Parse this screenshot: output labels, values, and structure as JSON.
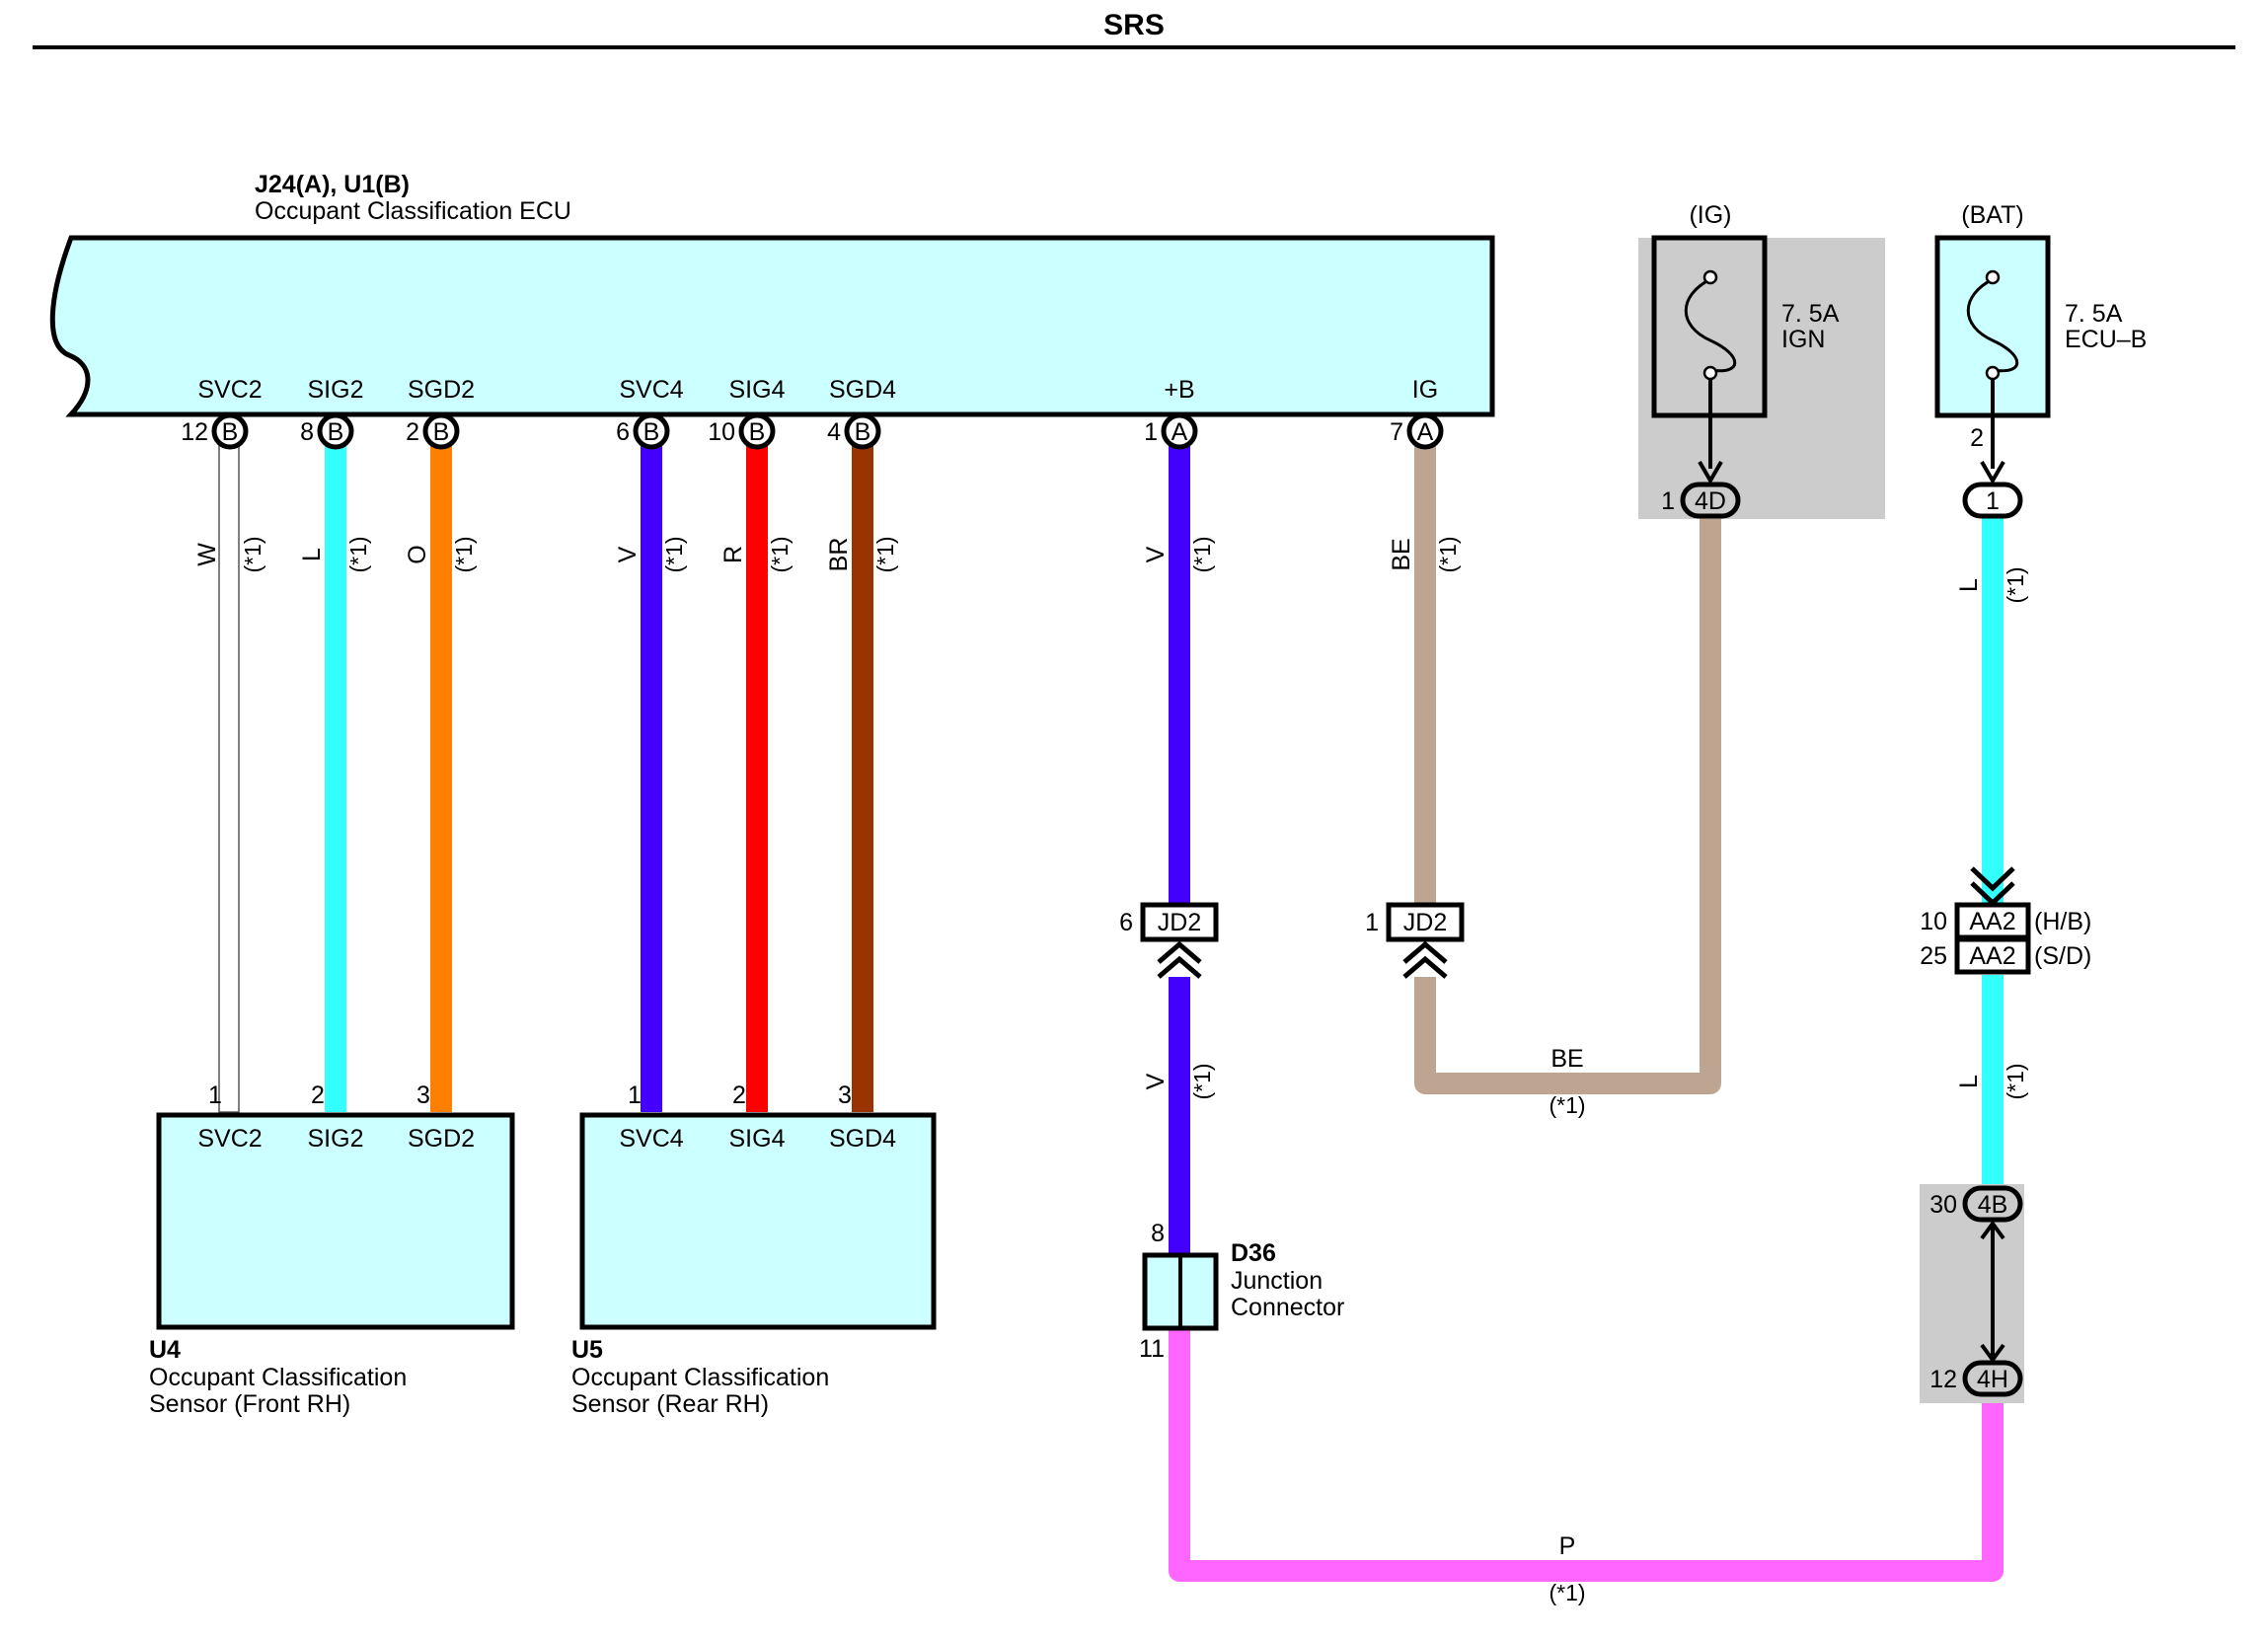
{
  "page": {
    "title": "SRS"
  },
  "ecu": {
    "ref": "J24(A), U1(B)",
    "name": "Occupant Classification ECU",
    "pins": [
      {
        "name": "SVC2",
        "num": "12",
        "conn": "B"
      },
      {
        "name": "SIG2",
        "num": "8",
        "conn": "B"
      },
      {
        "name": "SGD2",
        "num": "2",
        "conn": "B"
      },
      {
        "name": "SVC4",
        "num": "6",
        "conn": "B"
      },
      {
        "name": "SIG4",
        "num": "10",
        "conn": "B"
      },
      {
        "name": "SGD4",
        "num": "4",
        "conn": "B"
      },
      {
        "name": "+B",
        "num": "1",
        "conn": "A"
      },
      {
        "name": "IG",
        "num": "7",
        "conn": "A"
      }
    ]
  },
  "wire_note": "(*1)",
  "wires": [
    {
      "code": "W",
      "color": "#ffffff"
    },
    {
      "code": "L",
      "color": "#33ffff"
    },
    {
      "code": "O",
      "color": "#ff8000"
    },
    {
      "code": "V",
      "color": "#4400ff"
    },
    {
      "code": "R",
      "color": "#ff0000"
    },
    {
      "code": "BR",
      "color": "#993300"
    },
    {
      "code": "V",
      "color": "#4400ff"
    },
    {
      "code": "BE",
      "color": "#bda592"
    },
    {
      "code": "L",
      "color": "#33ffff"
    },
    {
      "code": "V",
      "color": "#4400ff"
    },
    {
      "code": "L",
      "color": "#33ffff"
    },
    {
      "code": "BE",
      "color": "#bda592"
    },
    {
      "code": "P",
      "color": "#ff66ff"
    }
  ],
  "sensors": [
    {
      "ref": "U4",
      "name_line1": "Occupant Classification",
      "name_line2": "Sensor (Front RH)",
      "pins": [
        {
          "name": "SVC2",
          "num": "1"
        },
        {
          "name": "SIG2",
          "num": "2"
        },
        {
          "name": "SGD2",
          "num": "3"
        }
      ]
    },
    {
      "ref": "U5",
      "name_line1": "Occupant Classification",
      "name_line2": "Sensor (Rear RH)",
      "pins": [
        {
          "name": "SVC4",
          "num": "1"
        },
        {
          "name": "SIG4",
          "num": "2"
        },
        {
          "name": "SGD4",
          "num": "3"
        }
      ]
    }
  ],
  "fuses": [
    {
      "supply": "(IG)",
      "rating": "7. 5A",
      "name": "IGN",
      "pin": "1",
      "conn": "4D"
    },
    {
      "supply": "(BAT)",
      "rating": "7. 5A",
      "name": "ECU–B",
      "pin": "2",
      "conn": "1"
    }
  ],
  "connectors": {
    "jd2_left": {
      "pin": "6",
      "label": "JD2"
    },
    "jd2_right": {
      "pin": "1",
      "label": "JD2"
    },
    "aa2_hb": {
      "pin": "10",
      "label": "AA2",
      "note": "(H/B)"
    },
    "aa2_sd": {
      "pin": "25",
      "label": "AA2",
      "note": "(S/D)"
    },
    "c4b": {
      "pin": "30",
      "label": "4B"
    },
    "c4h": {
      "pin": "12",
      "label": "4H"
    }
  },
  "junction": {
    "ref": "D36",
    "name_line1": "Junction",
    "name_line2": "Connector",
    "pin_top": "8",
    "pin_bottom": "11"
  }
}
